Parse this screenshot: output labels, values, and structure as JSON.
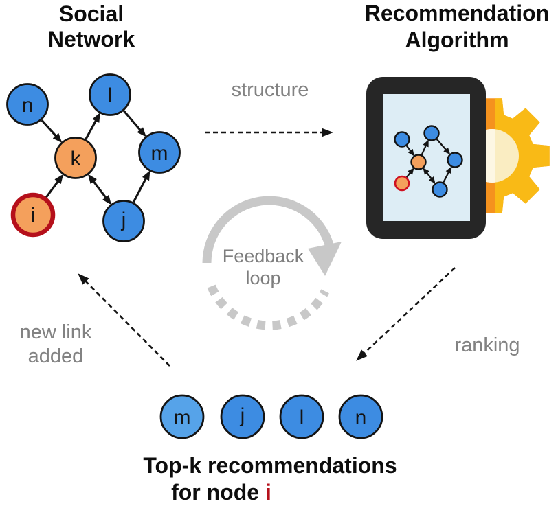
{
  "colors": {
    "node_blue": "#3d8ce2",
    "node_blue_light": "#56a3e9",
    "node_orange": "#f4a05c",
    "highlight_red": "#b5101b",
    "mini_ring_red": "#cf1020",
    "edge_black": "#141414",
    "label_gray": "#828282",
    "loop_gray": "#c8c8c8",
    "loop_text_gray": "#7e7e7e",
    "tablet_frame": "#262626",
    "tablet_screen": "#ddedf5",
    "gear_yellow": "#f9ba16",
    "gear_orange": "#f5921e",
    "gear_hub_cream": "#faedc2",
    "gear_hub_light": "#fdf7e4"
  },
  "social_network": {
    "title_line1": "Social",
    "title_line2": "Network",
    "nodes": [
      "n",
      "l",
      "k",
      "m",
      "i",
      "j"
    ]
  },
  "algorithm": {
    "title_line1": "Recommendation",
    "title_line2": "Algorithm"
  },
  "flow_labels": {
    "structure": "structure",
    "ranking": "ranking",
    "new_link_line1": "new link",
    "new_link_line2": "added"
  },
  "feedback_loop": {
    "line1": "Feedback",
    "line2": "loop"
  },
  "recommendations": {
    "nodes": [
      "m",
      "j",
      "l",
      "n"
    ],
    "caption_line1": "Top-k recommendations",
    "caption_line2_prefix": "for node",
    "caption_highlight": "i"
  },
  "icons": {
    "device": "tablet-icon",
    "gear": "gear-icon",
    "loop": "circular-arrow-icon"
  }
}
